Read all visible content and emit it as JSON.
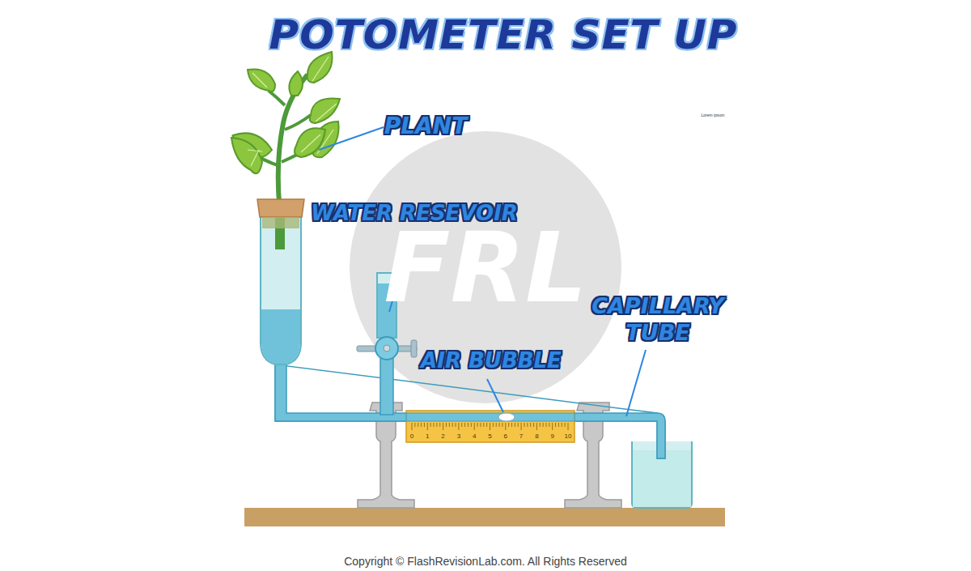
{
  "diagram": {
    "title": "POTOMETER SET UP",
    "caption": "Copyright © FlashRevisionLab.com. All Rights Reserved",
    "labels": [
      "PLANT",
      "WATER RESEVOIR",
      "AIR BUBBLE",
      "CAPILLARY TUBE",
      "0",
      "1",
      "2",
      "3",
      "4",
      "5",
      "6",
      "7",
      "8",
      "9",
      "10",
      "Lorem ipsum",
      "FRL"
    ]
  }
}
